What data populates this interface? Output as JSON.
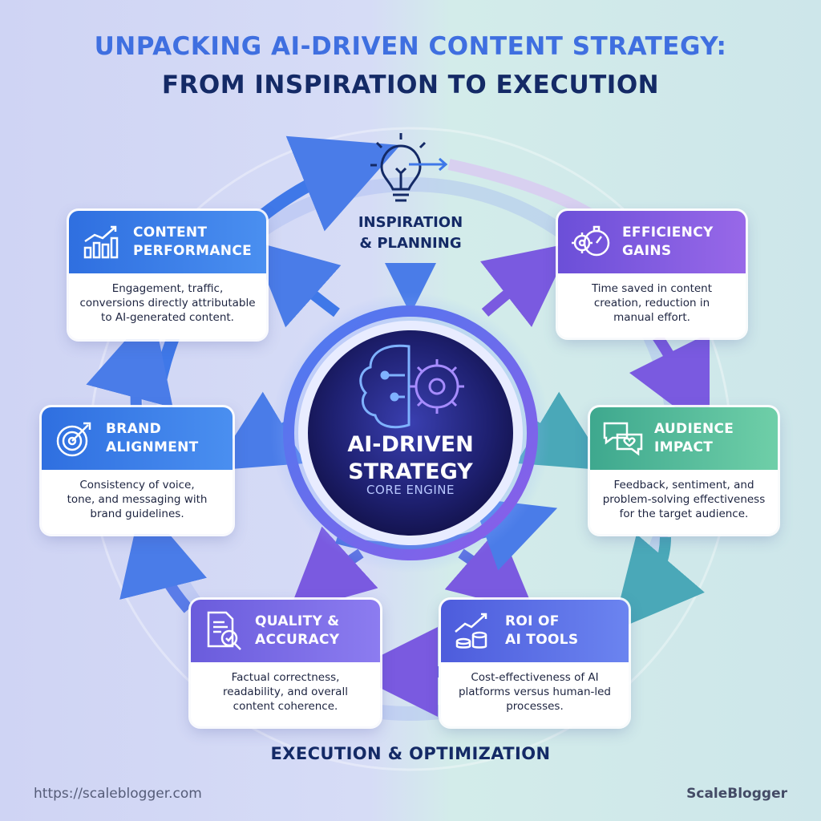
{
  "title": {
    "line1": "UNPACKING AI-DRIVEN CONTENT STRATEGY:",
    "line2": "FROM INSPIRATION TO EXECUTION"
  },
  "top_stage": {
    "label": "INSPIRATION\n& PLANNING",
    "icon": "lightbulb-arrow-icon"
  },
  "core": {
    "title": "AI-DRIVEN\nSTRATEGY",
    "subtitle": "CORE ENGINE",
    "icon": "brain-gear-icon"
  },
  "cards": {
    "content_performance": {
      "title": "CONTENT\nPERFORMANCE",
      "text": "Engagement, traffic,\nconversions directly attributable\nto AI-generated content.",
      "icon": "bar-chart-icon"
    },
    "efficiency_gains": {
      "title": "EFFICIENCY\nGAINS",
      "text": "Time saved in content\ncreation, reduction in\nmanual effort.",
      "icon": "gear-stopwatch-icon"
    },
    "brand_alignment": {
      "title": "BRAND\nALIGNMENT",
      "text": "Consistency of voice,\ntone, and messaging with\nbrand guidelines.",
      "icon": "target-icon"
    },
    "audience_impact": {
      "title": "AUDIENCE\nIMPACT",
      "text": "Feedback, sentiment, and\nproblem-solving effectiveness\nfor the target audience.",
      "icon": "chat-heart-icon"
    },
    "quality_accuracy": {
      "title": "QUALITY &\nACCURACY",
      "text": "Factual correctness,\nreadability, and overall\ncontent coherence.",
      "icon": "document-magnifier-icon"
    },
    "roi_ai_tools": {
      "title": "ROI OF\nAI TOOLS",
      "text": "Cost-effectiveness of AI\nplatforms versus human-led\nprocesses.",
      "icon": "coins-growth-icon"
    }
  },
  "bottom_stage": {
    "label": "EXECUTION & OPTIMIZATION"
  },
  "footer": {
    "url": "https://scaleblogger.com",
    "brand": "ScaleBlogger"
  },
  "colors": {
    "navy": "#142a66",
    "blue": "#3f6fe0",
    "purple": "#7a5ae0",
    "green": "#4ab596"
  }
}
